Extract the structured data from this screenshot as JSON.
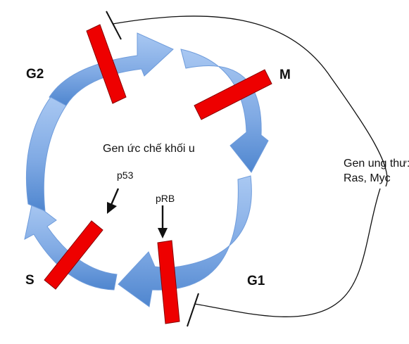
{
  "phases": {
    "g2": "G2",
    "m": "M",
    "g1": "G1",
    "s": "S"
  },
  "center_label": "Gen ức chế khối u",
  "suppressors": {
    "p53": "p53",
    "prb": "pRB"
  },
  "oncogenes": {
    "line1": "Gen ung thư:",
    "line2": "Ras, Myc"
  },
  "colors": {
    "block_bar": "#ee0000",
    "arrow_light": "#a9c8f2",
    "arrow_dark": "#4f86cf",
    "arrow_edge": "#6f9cdb"
  }
}
